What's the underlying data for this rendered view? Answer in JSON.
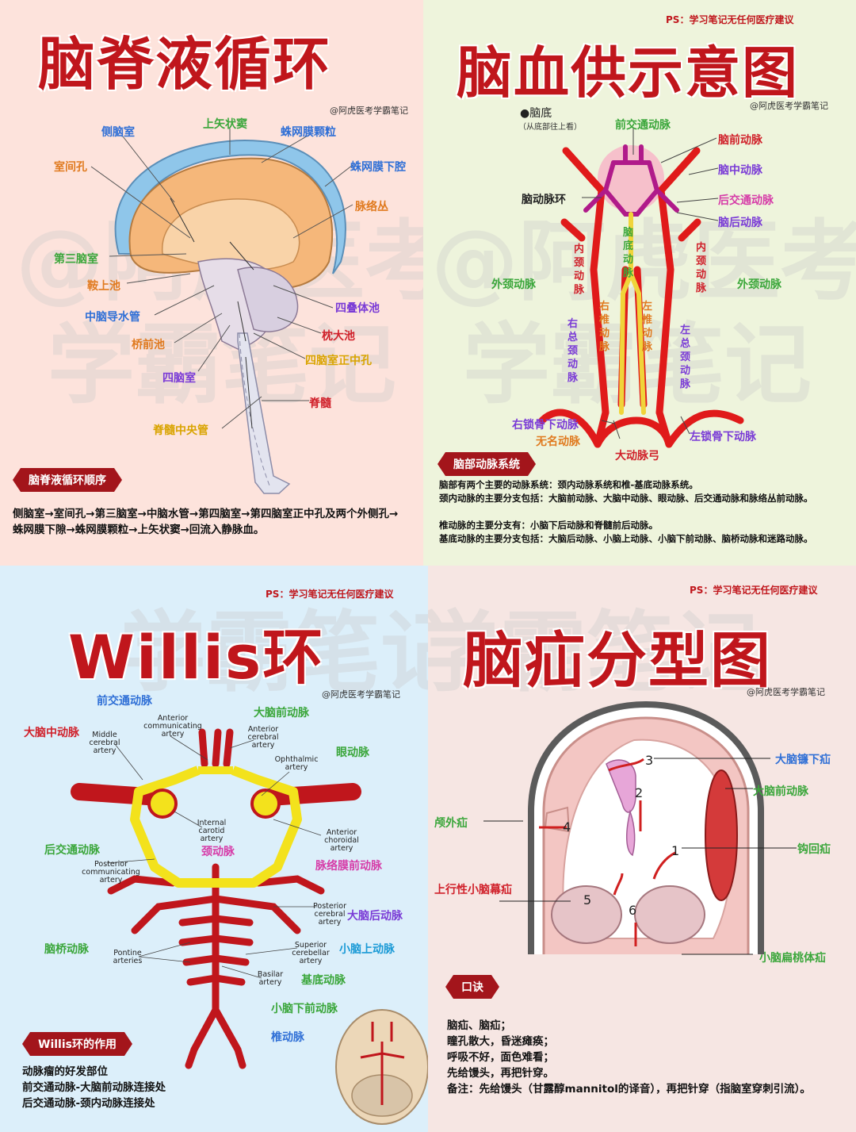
{
  "source": "@阿虎医考学霸笔记",
  "ps": "PS：学习笔记无任何医疗建议",
  "watermark": [
    "@阿虎医考",
    "学霸笔记"
  ],
  "csf": {
    "title": "脑脊液循环",
    "labels": {
      "lateral_ventricle": "侧脑室",
      "sup_sagittal": "上矢状窦",
      "arachnoid_gran": "蛛网膜颗粒",
      "interventricular": "室间孔",
      "subarachnoid": "蛛网膜下腔",
      "choroid": "脉络丛",
      "third_ventricle": "第三脑室",
      "saddle": "鞍上池",
      "aqueduct": "中脑导水管",
      "quad": "四叠体池",
      "prepontine": "桥前池",
      "magna": "枕大池",
      "fourth": "四脑室",
      "median_aperture": "四脑室正中孔",
      "spinal_cord": "脊髓",
      "central_canal": "脊髓中央管"
    },
    "banner": "脑脊液循环顺序",
    "text": "侧脑室→室间孔→第三脑室→中脑水管→第四脑室→第四脑室正中孔及两个外侧孔→蛛网膜下隙→蛛网膜颗粒→上矢状窦→回流入静脉血。"
  },
  "blood": {
    "title": "脑血供示意图",
    "base_label": "●脑底",
    "base_sub": "（从底部往上看）",
    "labels": {
      "acom": "前交通动脉",
      "aca": "脑前动脉",
      "mca": "脑中动脉",
      "circle": "脑动脉环",
      "pcom": "后交通动脉",
      "pca": "脑后动脉",
      "basilar": "脑底动脉",
      "ica_l": "内颈动脉",
      "ica_r": "内颈动脉",
      "eca_l": "外颈动脉",
      "eca_r": "外颈动脉",
      "rva": "右椎动脉",
      "lva": "左椎动脉",
      "rcca": "右总颈动脉",
      "lcca": "左总颈动脉",
      "rsub": "右锁骨下动脉",
      "brachio": "无名动脉",
      "lsub": "左锁骨下动脉",
      "arch": "大动脉弓"
    },
    "banner": "脑部动脉系统",
    "text": [
      "脑部有两个主要的动脉系统：颈内动脉系统和椎-基底动脉系统。",
      "颈内动脉的主要分支包括：大脑前动脉、大脑中动脉、眼动脉、后交通动脉和脉络丛前动脉。",
      "椎动脉的主要分支有：小脑下后动脉和脊髓前后动脉。",
      "基底动脉的主要分支包括：大脑后动脉、小脑上动脉、小脑下前动脉、脑桥动脉和迷路动脉。"
    ]
  },
  "willis": {
    "title": "Willis环",
    "labels": {
      "acom": "前交通动脉",
      "aca": "大脑前动脉",
      "mca": "大脑中动脉",
      "oph": "眼动脉",
      "ica": "颈动脉",
      "pcom": "后交通动脉",
      "achor": "脉络膜前动脉",
      "pca": "大脑后动脉",
      "pontine": "脑桥动脉",
      "sca": "小脑上动脉",
      "basilar": "基底动脉",
      "aica": "小脑下前动脉",
      "va": "椎动脉"
    },
    "en": {
      "acom": "Anterior\ncommunicating\nartery",
      "aca": "Anterior\ncerebral\nartery",
      "mca": "Middle\ncerebral\nartery",
      "oph": "Ophthalmic\nartery",
      "ica": "Internal\ncarotid\nartery",
      "achor": "Anterior\nchoroidal\nartery",
      "pcom": "Posterior\ncommunicating\nartery",
      "pca": "Posterior\ncerebral\nartery",
      "sca": "Superior\ncerebellar\nartery",
      "pontine": "Pontine\narteries",
      "basilar": "Basilar\nartery"
    },
    "banner": "Willis环的作用",
    "text": [
      "动脉瘤的好发部位",
      "前交通动脉-大脑前动脉连接处",
      "后交通动脉-颈内动脉连接处"
    ]
  },
  "hernia": {
    "title": "脑疝分型图",
    "labels": {
      "subfalcine": "大脑镰下疝",
      "aca": "大脑前动脉",
      "external": "颅外疝",
      "uncal": "钩回疝",
      "upward": "上行性小脑幕疝",
      "tonsillar": "小脑扁桃体疝"
    },
    "numbers": [
      "1",
      "2",
      "3",
      "4",
      "5",
      "6"
    ],
    "banner": "口诀",
    "text": [
      "脑疝、脑疝；",
      "瞳孔散大，昏迷瘫痪；",
      "呼吸不好，面色难看；",
      "先给馒头，再把针穿。",
      "备注：先给馒头（甘露醇mannitol的译音），再把针穿（指脑室穿刺引流）。"
    ]
  }
}
